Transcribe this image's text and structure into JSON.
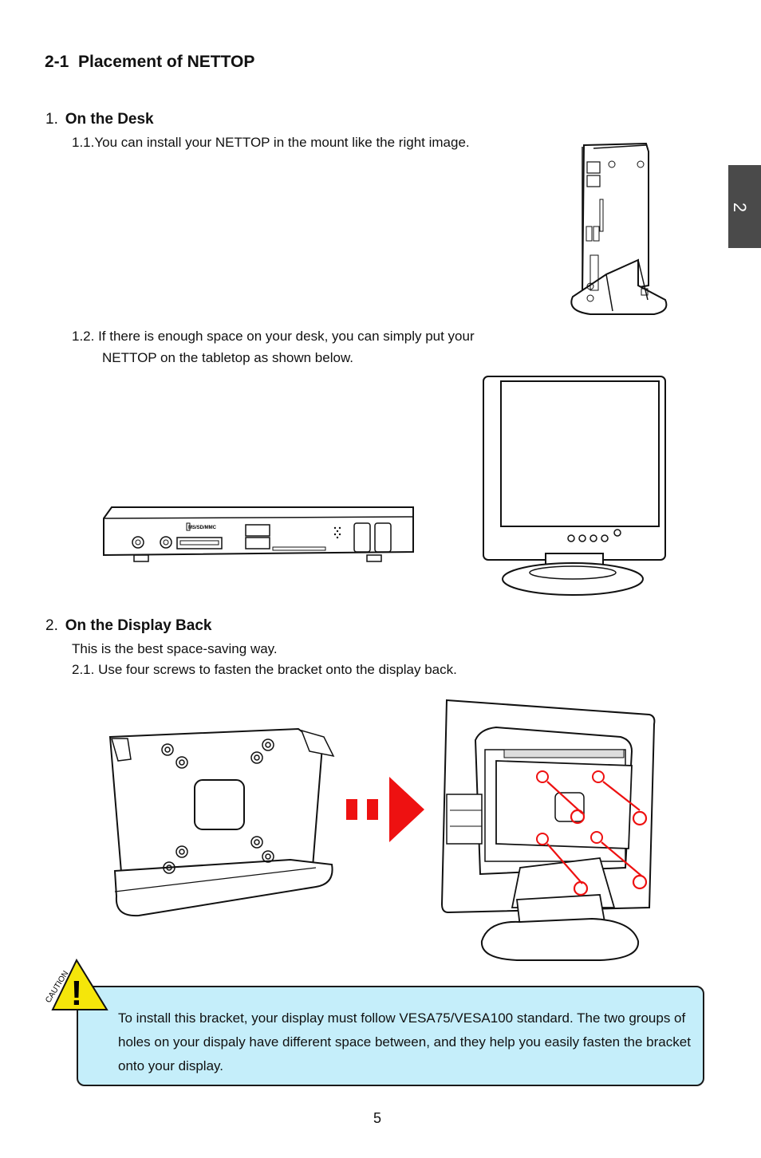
{
  "section": {
    "number": "2-1",
    "title": "Placement of NETTOP"
  },
  "side_tab": {
    "label": "2"
  },
  "desk": {
    "number": "1.",
    "title": "On the Desk",
    "item_1_1": "1.1.You can install your NETTOP in the mount like the right image.",
    "item_1_2_line1": "1.2. If there is enough space on your desk, you can simply put your",
    "item_1_2_line2": "NETTOP on the tabletop as shown below.",
    "device_label": "MS/SD/MMC"
  },
  "display_back": {
    "number": "2.",
    "title": "On the Display Back",
    "intro": "This is the best space-saving way.",
    "item_2_1": "2.1. Use four screws to fasten the bracket onto the display back."
  },
  "caution": {
    "badge": "CAUTION",
    "symbol": "!",
    "text": "To install this bracket, your display must follow VESA75/VESA100 standard. The two groups of holes on your dispaly have different space between, and they help you easily fasten the bracket onto your display."
  },
  "page_number": "5",
  "colors": {
    "tab": "#4a4a4a",
    "caution_bg": "#c5eefa",
    "caution_sign": "#f5e60a",
    "arrow": "#ee1111"
  }
}
